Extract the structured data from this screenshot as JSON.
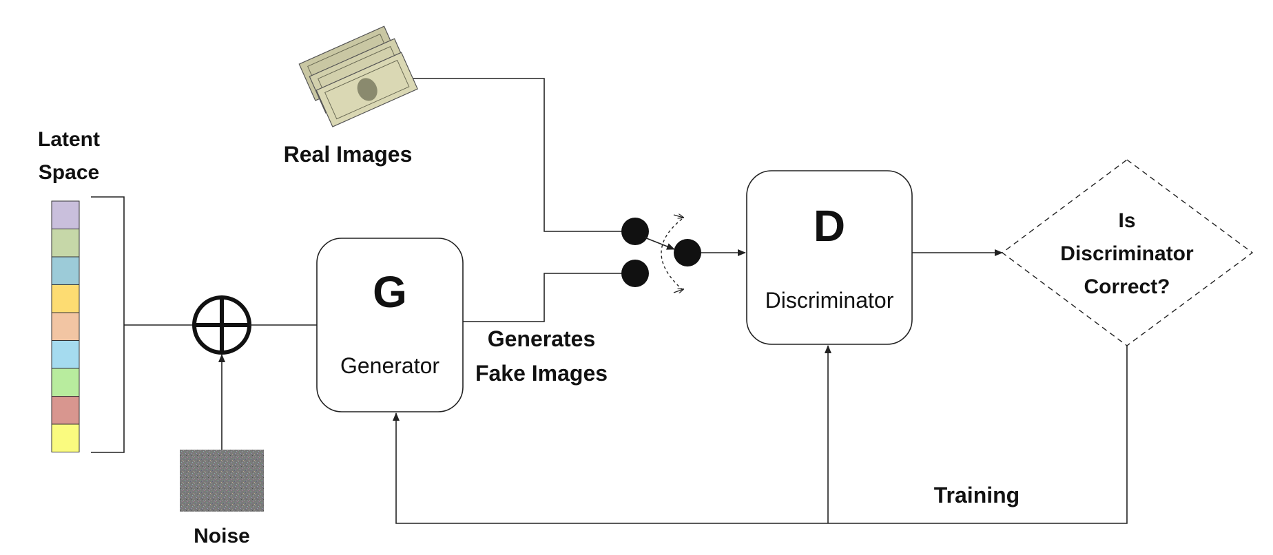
{
  "latent_space": {
    "label_line1": "Latent",
    "label_line2": "Space",
    "cell_colors": [
      "#c9bfdc",
      "#c6d7a8",
      "#9ccbd8",
      "#fddc72",
      "#f2c5a3",
      "#a5dbef",
      "#b8ec9e",
      "#d8968f",
      "#fafb7f"
    ]
  },
  "noise": {
    "label": "Noise"
  },
  "real_images": {
    "label": "Real Images"
  },
  "generator": {
    "letter": "G",
    "name": "Generator"
  },
  "generator_output": {
    "line1": "Generates",
    "line2": "Fake Images"
  },
  "discriminator": {
    "letter": "D",
    "name": "Discriminator"
  },
  "decision": {
    "line1": "Is",
    "line2": "Discriminator",
    "line3": "Correct?"
  },
  "feedback": {
    "label": "Training"
  },
  "colors": {
    "stroke": "#222222",
    "text": "#111111"
  }
}
